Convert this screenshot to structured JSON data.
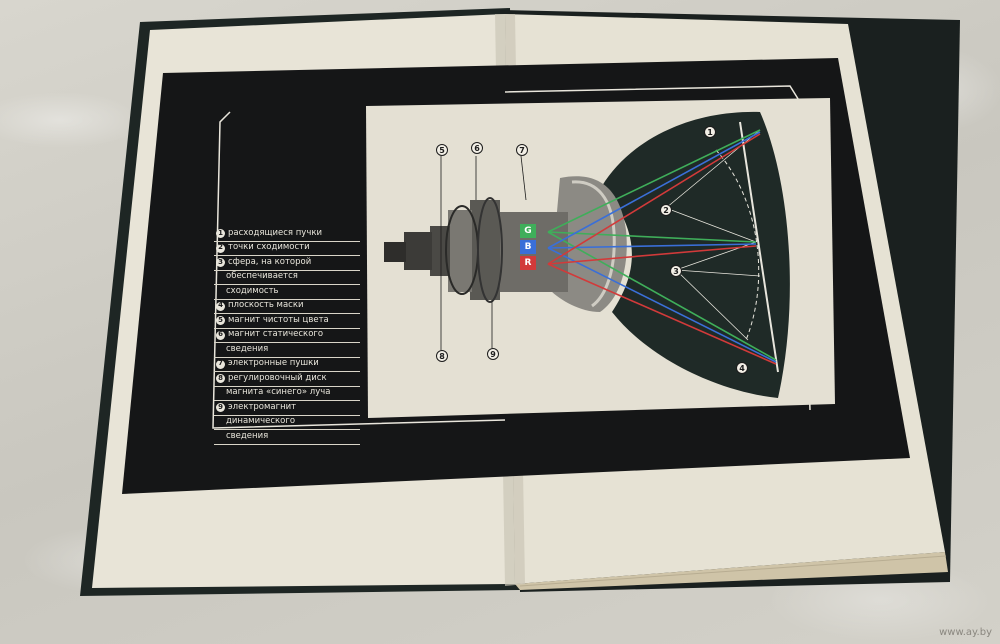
{
  "legend": [
    {
      "num": "1",
      "lines": [
        "расходящиеся пучки"
      ]
    },
    {
      "num": "2",
      "lines": [
        "точки сходимости"
      ]
    },
    {
      "num": "3",
      "lines": [
        "сфера, на которой",
        "обеспечивается",
        "сходимость"
      ]
    },
    {
      "num": "4",
      "lines": [
        "плоскость маски"
      ]
    },
    {
      "num": "5",
      "lines": [
        "магнит чистоты цвета"
      ]
    },
    {
      "num": "6",
      "lines": [
        "магнит статического",
        "сведения"
      ]
    },
    {
      "num": "7",
      "lines": [
        "электронные пушки"
      ]
    },
    {
      "num": "8",
      "lines": [
        "регулировочный диск",
        "магнита «синего» луча"
      ]
    },
    {
      "num": "9",
      "lines": [
        "электромагнит",
        "динамического",
        "сведения"
      ]
    }
  ],
  "guns": {
    "g": "G",
    "b": "B",
    "r": "R"
  },
  "callouts": {
    "c1": "1",
    "c2": "2",
    "c3": "3",
    "c4": "4",
    "c5": "5",
    "c6": "6",
    "c7": "7",
    "c8": "8",
    "c9": "9"
  },
  "colors": {
    "green_beam": "#3fae5a",
    "blue_beam": "#3a6fd8",
    "red_beam": "#d23a3a"
  },
  "watermark": "www.ay.by"
}
